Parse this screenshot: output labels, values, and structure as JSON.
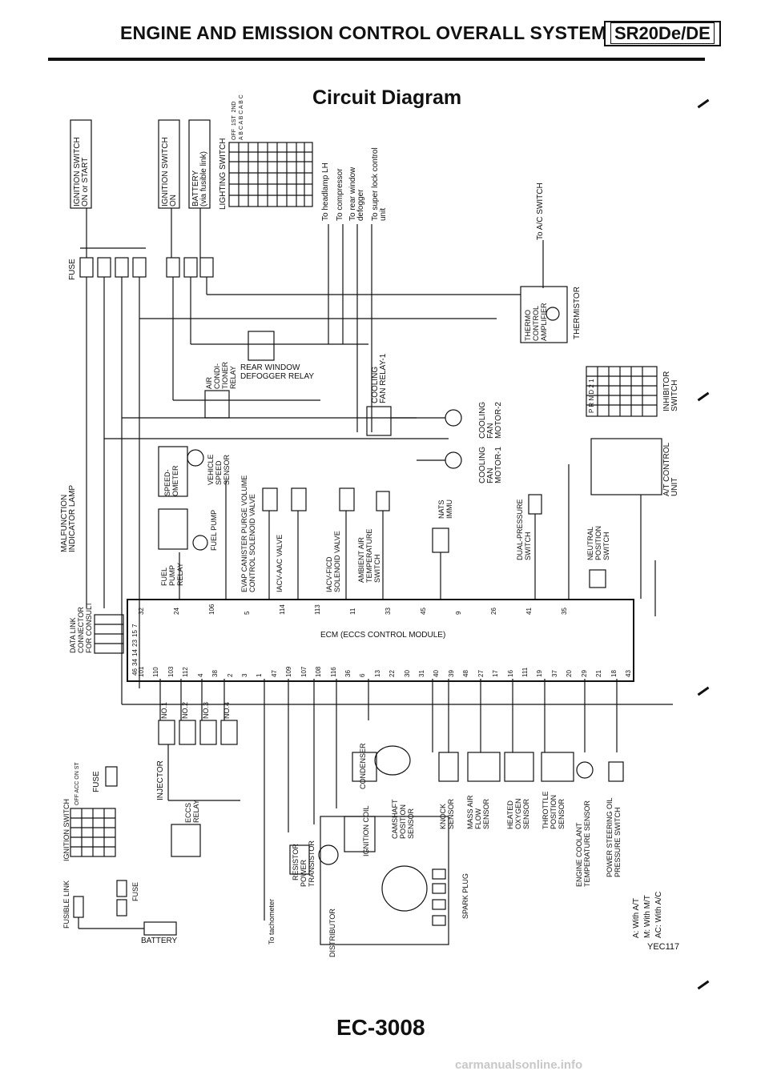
{
  "header": {
    "title": "ENGINE AND EMISSION CONTROL OVERALL SYSTEM",
    "badge": "SR20De/DE"
  },
  "subtitle": "Circuit Diagram",
  "page_number": "EC-3008",
  "reference_code": "YEC117",
  "watermark": "carmanualsonline.info",
  "ecm_label": "ECM (ECCS CONTROL MODULE)",
  "labels": {
    "ign_start": "IGNITION SWITCH\nON or START",
    "ign_on": "IGNITION SWITCH\nON",
    "battery_fusible": "BATTERY\n(via fusible link)",
    "lighting_switch": "LIGHTING SWITCH",
    "lighting_cols": "OFF  1ST  2ND\nA B C A B C A B C",
    "to_headlamp": "To headlamp LH",
    "to_compressor": "To compressor",
    "to_rear_window": "To rear window\ndefogger",
    "to_super_lock": "To super lock control\nunit",
    "to_ac_switch": "To A/C SWITCH",
    "fuse_top": "FUSE",
    "thermo_amp": "THERMO\nCONTROL\nAMPLIFIER",
    "thermistor": "THERMISTOR",
    "ac_relay": "AIR\nCONDI-\nTIONER\nRELAY",
    "rear_window_relay": "REAR WINDOW\nDEFOGGER RELAY",
    "cooling_fan_relay": "COOLING\nFAN RELAY-1",
    "cooling_fan_m2": "COOLING\nFAN\nMOTOR-2",
    "cooling_fan_m1": "COOLING\nFAN\nMOTOR-1",
    "inhibitor_switch": "INHIBITOR\nSWITCH",
    "inhibitor_cols": "P R N D 2 1",
    "malfunction_lamp": "MALFUNCTION\nINDICATOR LAMP",
    "speedometer": "SPEED-\nOMETER",
    "vehicle_speed": "VEHICLE\nSPEED\nSENSOR",
    "fuel_pump_relay": "FUEL\nPUMP\nRELAY",
    "fuel_pump": "FUEL PUMP",
    "evap_canister": "EVAP CANISTER PURGE VOLUME\nCONTROL SOLENOID VALVE",
    "iacv_aac": "IACV-AAC VALVE",
    "iacv_ficd": "IACV-FICD\nSOLENOID VALVE",
    "ambient_air": "AMBIENT AIR\nTEMPERATURE\nSWITCH",
    "nats": "NATS\nIMMU",
    "dual_pressure": "DUAL-PRESSURE\nSWITCH",
    "neutral_switch": "NEUTRAL\nPOSITION\nSWITCH",
    "at_control": "A/T CONTROL\nUNIT",
    "data_link": "DATA LINK\nCONNECTOR\nFOR CONSULT",
    "injector": "INJECTOR",
    "no1": "NO.1",
    "no2": "NO.2",
    "no3": "NO.3",
    "no4": "NO.4",
    "fuse_mid": "FUSE",
    "eccs_relay": "ECCS\nRELAY",
    "condenser": "CONDENSER",
    "ignition_coil": "IGNITION COIL",
    "camshaft_sensor": "CAMSHAFT\nPOSITION\nSENSOR",
    "knock_sensor": "KNOCK\nSENSOR",
    "mass_air_flow": "MASS AIR\nFLOW\nSENSOR",
    "heated_o2": "HEATED\nOXYGEN\nSENSOR",
    "throttle_pos": "THROTTLE\nPOSITION\nSENSOR",
    "coolant_temp": "ENGINE COOLANT\nTEMPERATURE SENSOR",
    "power_steering": "POWER STEERING OIL\nPRESSURE SWITCH",
    "power_transistor": "POWER\nTRANSISTOR",
    "resistor": "RESISTOR",
    "to_tachometer": "To tachometer",
    "distributor": "DISTRIBUTOR",
    "spark_plug": "SPARK PLUG",
    "ign_switch_bottom": "IGNITION SWITCH",
    "ign_bottom_cols": "OFF ACC ON ST",
    "fusible_link": "FUSIBLE LINK",
    "fuse_bottom": "FUSE",
    "battery": "BATTERY"
  },
  "legend": [
    {
      "symbol": "A",
      "text": ": With A/T"
    },
    {
      "symbol": "M",
      "text": ": With M/T"
    },
    {
      "symbol": "AC",
      "text": ": With A/C"
    }
  ],
  "ecm_top_pins": [
    "32",
    "24",
    "106",
    "5",
    "114",
    "113",
    "11",
    "33",
    "45",
    "9",
    "26",
    "41",
    "35"
  ],
  "ecm_left_pins": [
    "7",
    "15",
    "23",
    "14",
    "34",
    "46"
  ],
  "ecm_bottom_pins": [
    "101",
    "110",
    "103",
    "112",
    "4",
    "38",
    "2",
    "3",
    "1",
    "47",
    "109",
    "107",
    "108",
    "116",
    "36",
    "6",
    "13",
    "22",
    "30",
    "31",
    "40",
    "39",
    "48",
    "27",
    "17",
    "16",
    "111",
    "19",
    "37",
    "20",
    "29",
    "21",
    "18",
    "43"
  ]
}
